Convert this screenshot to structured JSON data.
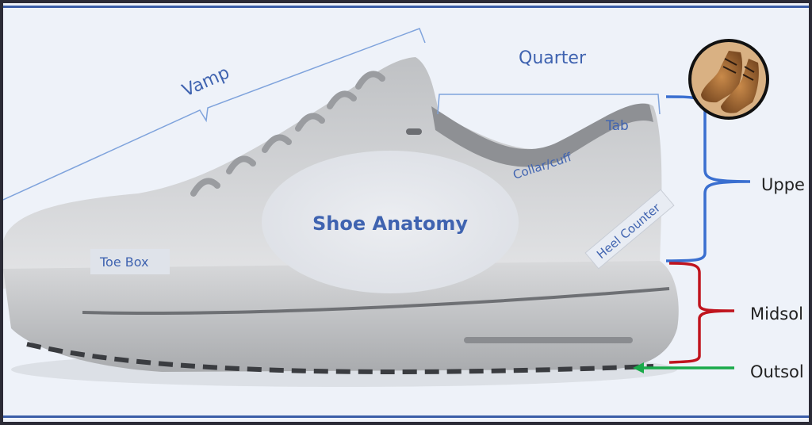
{
  "title": "Shoe Anatomy",
  "labels": {
    "vamp": "Vamp",
    "quarter": "Quarter",
    "tab": "Tab",
    "collar": "Collar/cuff",
    "heel_counter": "Heel Counter",
    "toe_box": "Toe Box",
    "upper": "Uppe",
    "midsole": "Midsol",
    "outsole": "Outsol"
  },
  "colors": {
    "label_blue": "#3f63b0",
    "upper_bracket": "#3a6fd0",
    "midsole_bracket": "#c0141e",
    "outsole_arrow": "#1aaa4a",
    "background": "#eef2f9",
    "frame_rule": "#3b5ea8"
  },
  "icons": {
    "boots_photo": "brown-leather-boots-photo"
  }
}
